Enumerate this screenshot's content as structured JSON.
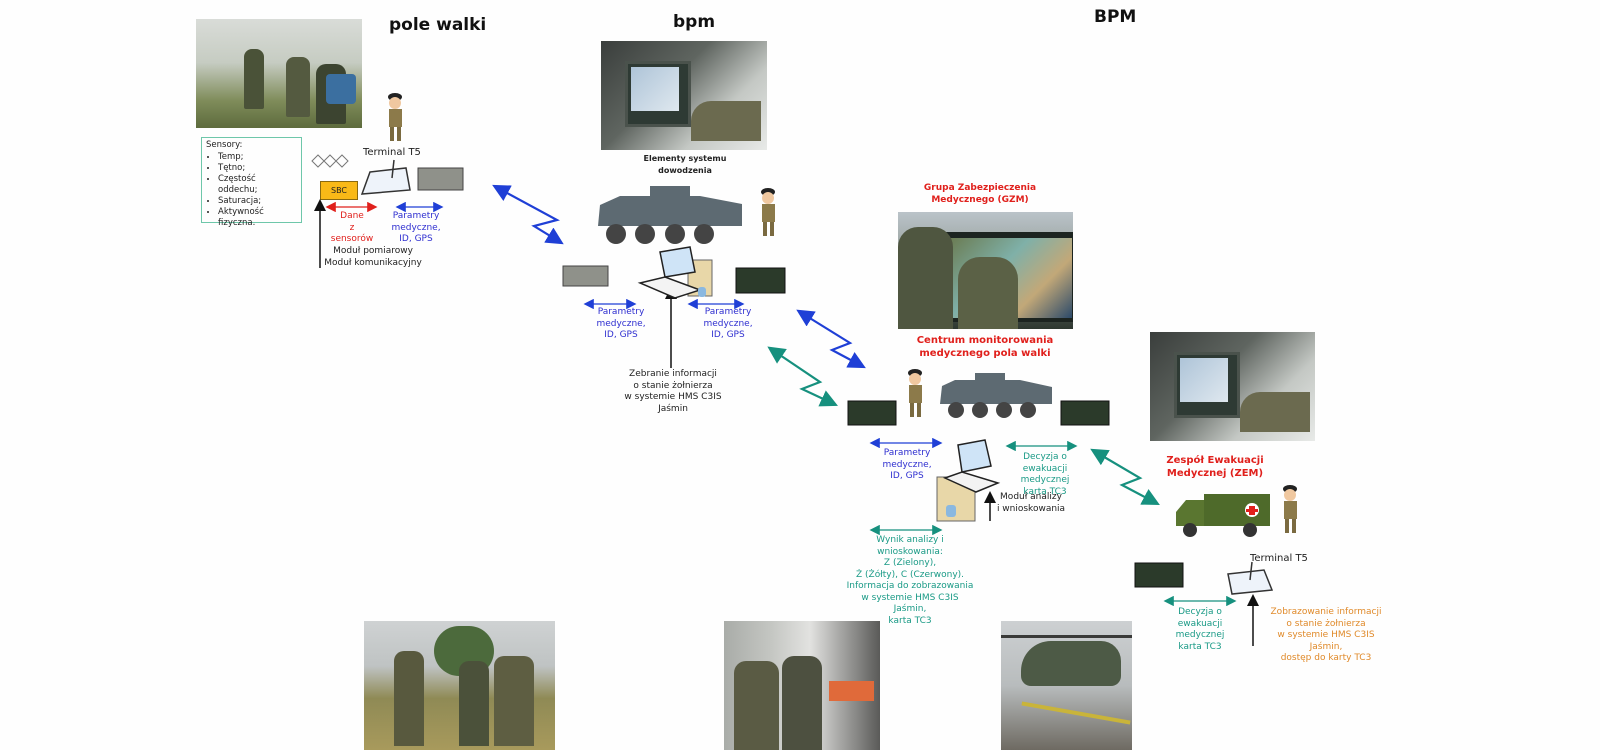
{
  "sections": {
    "battlefield": "pole walki",
    "bpm_lower": "bpm",
    "bpm_upper": "BPM"
  },
  "sensors": {
    "heading": "Sensory:",
    "items": [
      "Temp;",
      "Tętno;",
      "Częstość oddechu;",
      "Saturacja;",
      "Aktywność fizyczna."
    ]
  },
  "battlefield_node": {
    "sbc_label": "SBC",
    "terminal_label": "Terminal T5",
    "sensor_data": [
      "Dane",
      "z sensorów"
    ],
    "med_params": [
      "Parametry",
      "medyczne,",
      "ID, GPS"
    ],
    "module": [
      "Moduł pomiarowy",
      "Moduł komunikacyjny"
    ]
  },
  "bpm_node": {
    "photo_caption": [
      "Elementy systemu",
      "dowodzenia"
    ],
    "params_left": [
      "Parametry",
      "medyczne,",
      "ID, GPS"
    ],
    "params_right": [
      "Parametry",
      "medyczne,",
      "ID, GPS"
    ],
    "collect": [
      "Zebranie informacji",
      "o stanie żołnierza",
      "w systemie HMS C3IS Jaśmin"
    ]
  },
  "gzm_node": {
    "group_title": [
      "Grupa Zabezpieczenia",
      "Medycznego (GZM)"
    ],
    "center_title": [
      "Centrum monitorowania",
      "medycznego pola walki"
    ],
    "params": [
      "Parametry",
      "medyczne,",
      "ID, GPS"
    ],
    "decision": [
      "Decyzja o ewakuacji",
      "medycznej",
      "karta TC3"
    ],
    "analysis_module": [
      "Moduł analizy",
      "i wnioskowania"
    ],
    "result": [
      "Wynik analizy i wnioskowania:",
      "Z (Zielony),",
      "Ż (Żółty), C (Czerwony).",
      "Informacja do zobrazowania",
      "w systemie HMS C3IS Jaśmin,",
      "karta TC3"
    ]
  },
  "zem_node": {
    "title": [
      "Zespół Ewakuacji",
      "Medycznej (ZEM)"
    ],
    "terminal_label": "Terminal T5",
    "decision": [
      "Decyzja o ewakuacji",
      "medycznej",
      "karta TC3"
    ],
    "display": [
      "Zobrazowanie informacji",
      "o stanie żołnierza",
      "w systemie HMS C3IS Jaśmin,",
      "dostęp do karty TC3"
    ]
  },
  "colors": {
    "blue_link": "#1f3fd6",
    "teal_link": "#16907e",
    "red_text": "#e0201c",
    "orange_text": "#e08a2a",
    "sbc_fill": "#f9b917",
    "sensor_border": "#6ec7aa"
  }
}
